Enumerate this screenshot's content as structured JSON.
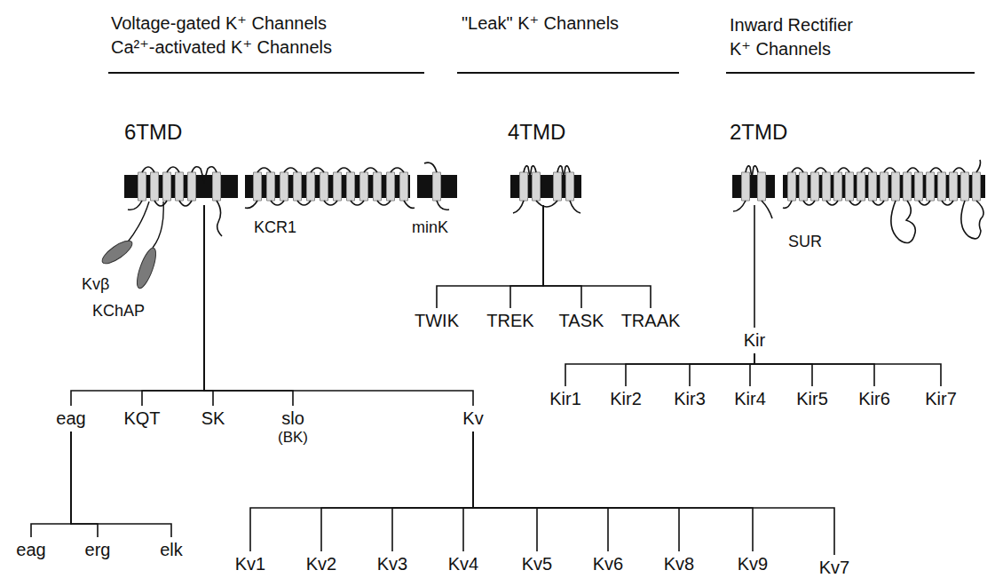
{
  "diagram": {
    "nodes": [
      {
        "text": [
          "6TMD"
        ]
      },
      {
        "text": [
          "4TMD"
        ]
      },
      {
        "text": [
          "2TMD"
        ]
      },
      {
        "text": [
          "eag"
        ]
      },
      {
        "text": [
          "KQT"
        ]
      },
      {
        "text": [
          "SK"
        ]
      },
      {
        "text": [
          "slo",
          "(BK)"
        ]
      },
      {
        "text": [
          "Kv"
        ]
      },
      {
        "text": [
          "TWIK"
        ]
      },
      {
        "text": [
          "TREK"
        ]
      },
      {
        "text": [
          "TASK"
        ]
      },
      {
        "text": [
          "TRAAK"
        ]
      },
      {
        "text": [
          "Kir"
        ]
      },
      {
        "text": [
          "Kir1"
        ]
      },
      {
        "text": [
          "Kir2"
        ]
      },
      {
        "text": [
          "Kir3"
        ]
      },
      {
        "text": [
          "Kir4"
        ]
      },
      {
        "text": [
          "Kir5"
        ]
      },
      {
        "text": [
          "Kir6"
        ]
      },
      {
        "text": [
          "Kir7"
        ]
      },
      {
        "text": [
          "eag"
        ]
      },
      {
        "text": [
          "erg"
        ]
      },
      {
        "text": [
          "elk"
        ]
      },
      {
        "text": [
          "Kv1"
        ]
      },
      {
        "text": [
          "Kv2"
        ]
      },
      {
        "text": [
          "Kv3"
        ]
      },
      {
        "text": [
          "Kv4"
        ]
      },
      {
        "text": [
          "Kv5"
        ]
      },
      {
        "text": [
          "Kv6"
        ]
      },
      {
        "text": [
          "Kv8"
        ]
      },
      {
        "text": [
          "Kv9"
        ]
      },
      {
        "text": [
          "Kv7"
        ]
      }
    ],
    "edges": [
      {
        "from": 0,
        "to": 3,
        "arrow": "none"
      },
      {
        "from": 0,
        "to": 4,
        "arrow": "none"
      },
      {
        "from": 0,
        "to": 5,
        "arrow": "none"
      },
      {
        "from": 0,
        "to": 6,
        "arrow": "none"
      },
      {
        "from": 0,
        "to": 7,
        "arrow": "none"
      },
      {
        "from": 1,
        "to": 8,
        "arrow": "none"
      },
      {
        "from": 1,
        "to": 9,
        "arrow": "none"
      },
      {
        "from": 1,
        "to": 10,
        "arrow": "none"
      },
      {
        "from": 1,
        "to": 11,
        "arrow": "none"
      },
      {
        "from": 2,
        "to": 12,
        "arrow": "none"
      },
      {
        "from": 12,
        "to": 13,
        "arrow": "none"
      },
      {
        "from": 12,
        "to": 14,
        "arrow": "none"
      },
      {
        "from": 12,
        "to": 15,
        "arrow": "none"
      },
      {
        "from": 12,
        "to": 16,
        "arrow": "none"
      },
      {
        "from": 12,
        "to": 17,
        "arrow": "none"
      },
      {
        "from": 12,
        "to": 18,
        "arrow": "none"
      },
      {
        "from": 12,
        "to": 19,
        "arrow": "none"
      },
      {
        "from": 3,
        "to": 20,
        "arrow": "none"
      },
      {
        "from": 3,
        "to": 21,
        "arrow": "none"
      },
      {
        "from": 3,
        "to": 22,
        "arrow": "none"
      },
      {
        "from": 7,
        "to": 23,
        "arrow": "none"
      },
      {
        "from": 7,
        "to": 24,
        "arrow": "none"
      },
      {
        "from": 7,
        "to": 25,
        "arrow": "none"
      },
      {
        "from": 7,
        "to": 26,
        "arrow": "none"
      },
      {
        "from": 7,
        "to": 27,
        "arrow": "none"
      },
      {
        "from": 7,
        "to": 28,
        "arrow": "none"
      },
      {
        "from": 7,
        "to": 29,
        "arrow": "none"
      },
      {
        "from": 7,
        "to": 30,
        "arrow": "none"
      },
      {
        "from": 7,
        "to": 31,
        "arrow": "none"
      }
    ],
    "labels": [
      "Voltage-gated K⁺ Channels",
      "Ca²⁺-activated K⁺ Channels",
      "\"Leak\" K⁺ Channels",
      "Inward Rectifier K⁺ Channels",
      "KCR1",
      "minK",
      "Kvβ",
      "KChAP",
      "SUR"
    ]
  }
}
